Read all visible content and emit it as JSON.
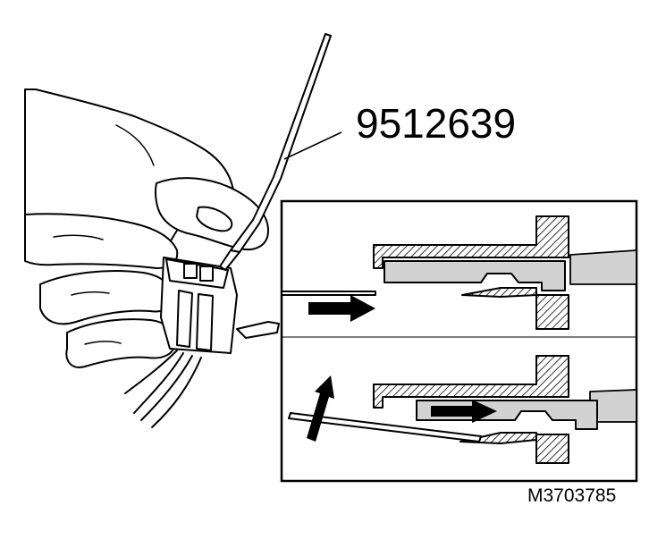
{
  "tool": {
    "number": "9512639"
  },
  "figure": {
    "id": "M3703785"
  },
  "colors": {
    "line": "#000000",
    "part_fill": "#d2d2d2",
    "background": "#ffffff"
  },
  "detail_panels": [
    "upper",
    "lower"
  ]
}
